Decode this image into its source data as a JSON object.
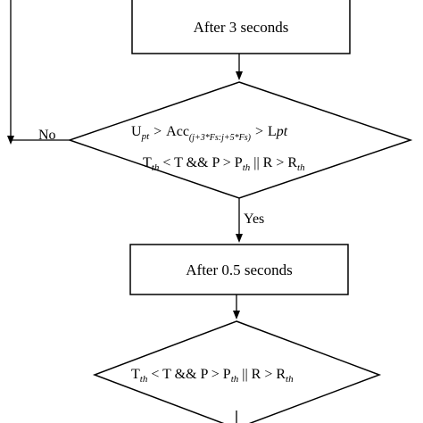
{
  "flowchart": {
    "box_top": {
      "text": "After 3 seconds"
    },
    "diamond_1": {
      "line1": {
        "u": "U",
        "u_sub": "pt",
        "gt1": ">",
        "acc": "Acc",
        "acc_sub": "(j+3*Fs:j+5*Fs)",
        "gt2": ">",
        "l": "L",
        "l_it": "pt"
      },
      "line2": {
        "t": "T",
        "t_sub": "th",
        "mid1": "< T && P > P",
        "p_sub": "th",
        "mid2": "|| R > R",
        "r_sub": "th"
      }
    },
    "no_label": "No",
    "yes_label": "Yes",
    "box_middle": {
      "text": "After 0.5 seconds"
    },
    "diamond_2": {
      "t": "T",
      "t_sub": "th",
      "mid1": "< T && P > P",
      "p_sub": "th",
      "mid2": "|| R > R",
      "r_sub": "th"
    }
  }
}
